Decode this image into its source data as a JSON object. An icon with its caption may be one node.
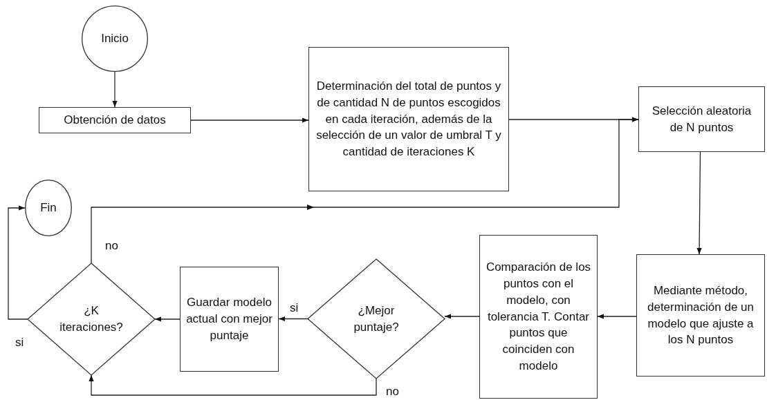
{
  "diagram": {
    "nodes": [
      {
        "text": [
          "Inicio"
        ]
      },
      {
        "text": [
          "Obtención de datos"
        ]
      },
      {
        "text": [
          "Determinación del total de puntos y de cantidad N de puntos escogidos en cada iteración, además de la selección de un valor de umbral T y cantidad de iteraciones K"
        ]
      },
      {
        "text": [
          "Selección aleatoria de N puntos"
        ]
      },
      {
        "text": [
          "Mediante método, determinación de un modelo que ajuste a los N puntos"
        ]
      },
      {
        "text": [
          "Comparación de los puntos con el modelo, con tolerancia T. Contar puntos que coinciden con modelo"
        ]
      },
      {
        "text": [
          "¿Mejor puntaje?"
        ]
      },
      {
        "text": [
          "Guardar modelo actual con mejor puntaje"
        ]
      },
      {
        "text": [
          "¿K iteraciones?"
        ]
      },
      {
        "text": [
          "Fin"
        ]
      }
    ],
    "edges": [
      {
        "from": 0,
        "to": 1,
        "arrow": "to"
      },
      {
        "from": 1,
        "to": 2,
        "arrow": "to"
      },
      {
        "from": 2,
        "to": 3,
        "arrow": "to"
      },
      {
        "from": 3,
        "to": 4,
        "arrow": "to"
      },
      {
        "from": 4,
        "to": 5,
        "arrow": "to"
      },
      {
        "from": 5,
        "to": 6,
        "arrow": "to"
      },
      {
        "from": 6,
        "to": 7,
        "arrow": "to",
        "label": "si"
      },
      {
        "from": 6,
        "to": 8,
        "arrow": "to",
        "label": "no"
      },
      {
        "from": 7,
        "to": 8,
        "arrow": "to"
      },
      {
        "from": 8,
        "to": 9,
        "arrow": "to",
        "label": "si"
      },
      {
        "from": 8,
        "to": 3,
        "arrow": "to",
        "label": "no"
      }
    ]
  }
}
